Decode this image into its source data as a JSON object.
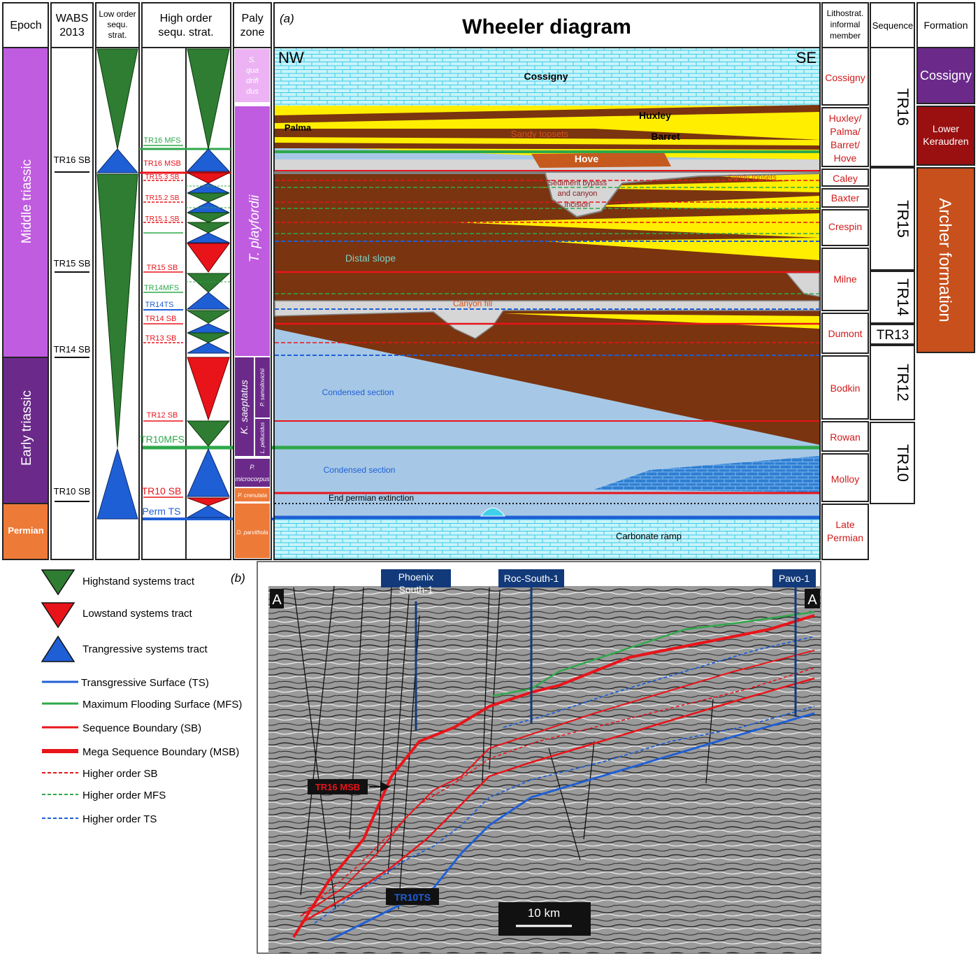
{
  "header": {
    "epoch": "Epoch",
    "wabs": [
      "WABS",
      "2013"
    ],
    "low_order": [
      "Low order",
      "sequ.",
      "strat."
    ],
    "high_order": [
      "High order",
      "sequ. strat."
    ],
    "paly": [
      "Paly",
      "zone"
    ],
    "panel_a": "(a)",
    "title": "Wheeler diagram",
    "lithostrat": [
      "Lithostrat.",
      "informal",
      "member"
    ],
    "sequence": "Sequence",
    "formation": "Formation"
  },
  "epochs": [
    "Middle triassic",
    "Early triassic",
    "Permian"
  ],
  "wabs_labels": [
    "TR16 SB",
    "TR15 SB",
    "TR14 SB",
    "TR10 SB"
  ],
  "surface_labels": [
    "TR16 MFS",
    "TR16 MSB",
    "TR15.3 SB",
    "TR15.2 SB",
    "TR15.1 SB",
    "TR15 SB",
    "TR14MFS",
    "TR14TS",
    "TR14 SB",
    "TR13 SB",
    "TR12 SB",
    "TR10MFS",
    "TR10 SB",
    "Perm TS"
  ],
  "paly_zones": [
    "S.",
    "qua",
    "drifi",
    "dus",
    "T. playfordii",
    "K. saeptatus",
    "P. samoilovichii",
    "L. pellucidus",
    "P.",
    "microcorpus",
    "P. crenulata",
    "D. parvithola"
  ],
  "wheeler_labels": {
    "nw": "NW",
    "se": "SE",
    "cossigny": "Cossigny",
    "huxley": "Huxley",
    "palma": "Palma",
    "sandy1": "Sandy topsets",
    "barret": "Barret",
    "hove": "Hove",
    "bypass": [
      "Sediment bypass",
      "and canyon",
      "incision"
    ],
    "sandy2": "Sandy topsets",
    "distal": "Distal slope",
    "canyon_fill": "Canyon fill",
    "condensed1": "Condensed section",
    "condensed2": "Condensed section",
    "extinction": "End permian extinction",
    "ramp": "Carbonate ramp"
  },
  "members": [
    "Cossigny",
    "Huxley/",
    "Palma/",
    "Barret/",
    "Hove",
    "Caley",
    "Baxter",
    "Crespin",
    "Milne",
    "Dumont",
    "Bodkin",
    "Rowan",
    "Molloy",
    "Late",
    "Permian"
  ],
  "sequences": [
    "TR16",
    "TR15",
    "TR14",
    "TR13",
    "TR12",
    "TR10"
  ],
  "formations": [
    "Cossigny",
    "Lower",
    "Keraudren",
    "Archer formation"
  ],
  "legend": [
    "Highstand systems tract",
    "Lowstand systems tract",
    "Trangressive systems tract",
    "Transgressive Surface (TS)",
    "Maximum Flooding Surface (MFS)",
    "Sequence Boundary (SB)",
    "Mega Sequence Boundary (MSB)",
    "Higher order SB",
    "Higher order MFS",
    "Higher order TS"
  ],
  "seismic": {
    "panel_b": "(b)",
    "wells": [
      "Phoenix",
      "South-1",
      "Roc-South-1",
      "Pavo-1"
    ],
    "a_left": "A",
    "a_right": "A",
    "tr16": "TR16 MSB",
    "tr10": "TR10TS",
    "scale": "10 km"
  },
  "colors": {
    "green": "#2e7d32",
    "red": "#e8141a",
    "blue": "#1f5fd6",
    "brown": "#7a3410",
    "yellow": "#ffee00",
    "purple": "#c05ce0",
    "dark_purple": "#6b2a8a",
    "light_blue": "#a6c8e6",
    "cyan": "#3fd0ea"
  }
}
